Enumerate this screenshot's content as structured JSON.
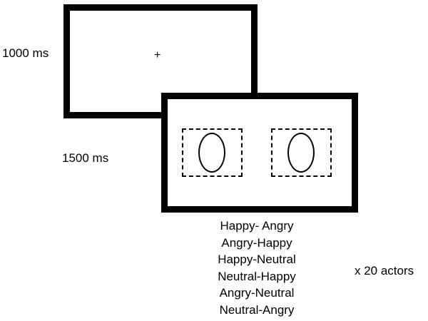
{
  "fixation": {
    "duration": "1000 ms",
    "cross": "+"
  },
  "stimulus": {
    "duration": "1500 ms"
  },
  "pairs": [
    "Happy- Angry",
    "Angry-Happy",
    "Happy-Neutral",
    "Neutral-Happy",
    "Angry-Neutral",
    "Neutral-Angry"
  ],
  "repetition": "x 20 actors"
}
